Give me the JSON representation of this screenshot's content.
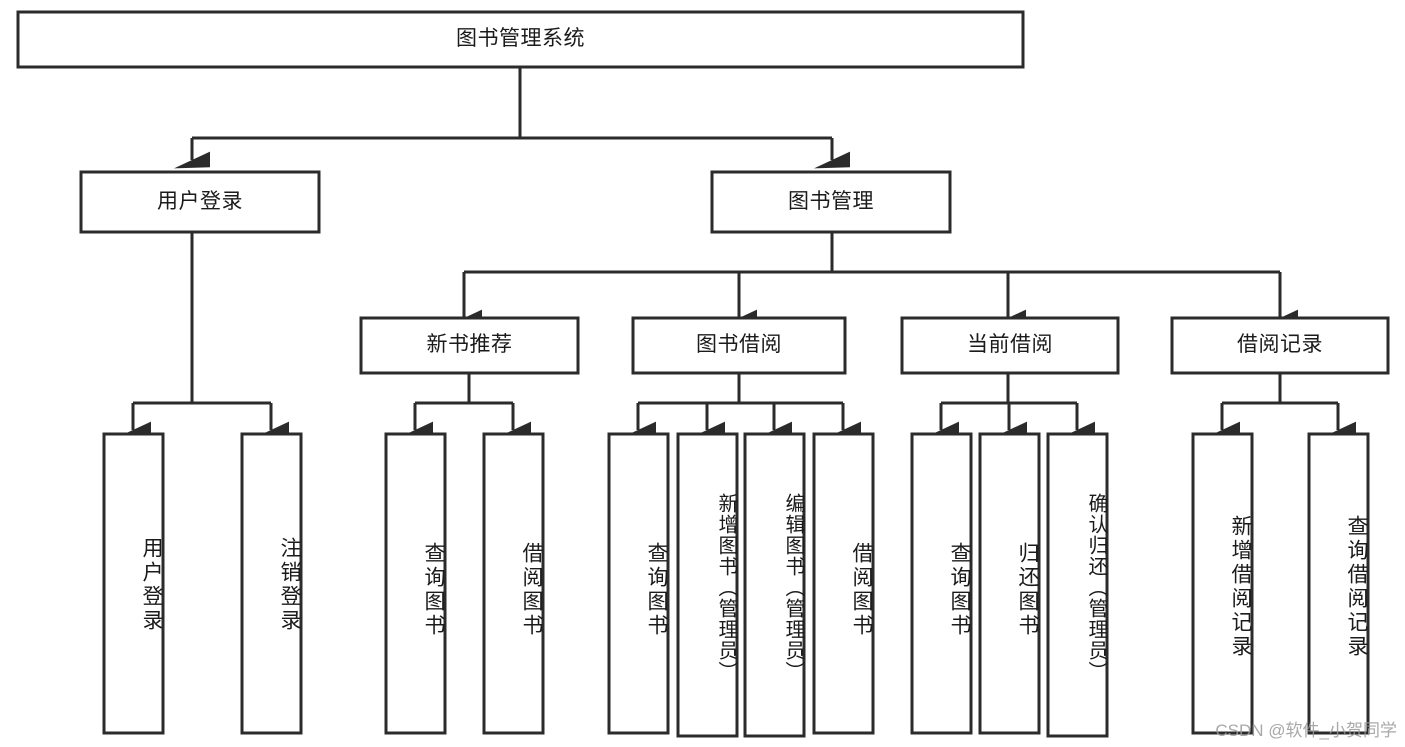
{
  "diagram": {
    "type": "tree-hierarchy-diagram",
    "title": "图书管理系统",
    "theme": {
      "background": "#ffffff",
      "box_stroke": "#2b2b2b",
      "box_fill": "#ffffff",
      "text_color": "#1b1b1b",
      "watermark_color": "#9a9a9a"
    },
    "levels": {
      "level1": "root",
      "level2": "modules",
      "level3": "submodules",
      "level4": "functions"
    },
    "nodes": {
      "root": {
        "label": "图书管理系统",
        "orientation": "horizontal"
      },
      "user_login": {
        "label": "用户登录",
        "orientation": "horizontal"
      },
      "book_manage": {
        "label": "图书管理",
        "orientation": "horizontal"
      },
      "new_book_rec": {
        "label": "新书推荐",
        "orientation": "horizontal"
      },
      "book_borrow": {
        "label": "图书借阅",
        "orientation": "horizontal"
      },
      "current_borrow": {
        "label": "当前借阅",
        "orientation": "horizontal"
      },
      "borrow_record": {
        "label": "借阅记录",
        "orientation": "horizontal"
      },
      "leaf_user_login": {
        "label": "用户登录",
        "orientation": "vertical"
      },
      "leaf_logout": {
        "label": "注销登录",
        "orientation": "vertical"
      },
      "leaf_query_book_1": {
        "label": "查询图书",
        "orientation": "vertical"
      },
      "leaf_borrow_book_1": {
        "label": "借阅图书",
        "orientation": "vertical"
      },
      "leaf_query_book_2": {
        "label": "查询图书",
        "orientation": "vertical"
      },
      "leaf_add_book": {
        "label": "新增图书（管理员）",
        "orientation": "vertical"
      },
      "leaf_edit_book": {
        "label": "编辑图书（管理员）",
        "orientation": "vertical"
      },
      "leaf_borrow_book_2": {
        "label": "借阅图书",
        "orientation": "vertical"
      },
      "leaf_query_book_3": {
        "label": "查询图书",
        "orientation": "vertical"
      },
      "leaf_return_book": {
        "label": "归还图书",
        "orientation": "vertical"
      },
      "leaf_confirm_return": {
        "label": "确认归还（管理员）",
        "orientation": "vertical"
      },
      "leaf_add_record": {
        "label": "新增借阅记录",
        "orientation": "vertical"
      },
      "leaf_query_record": {
        "label": "查询借阅记录",
        "orientation": "vertical"
      }
    },
    "edges": [
      {
        "from": "root",
        "to": "user_login"
      },
      {
        "from": "root",
        "to": "book_manage"
      },
      {
        "from": "user_login",
        "to": "leaf_user_login"
      },
      {
        "from": "user_login",
        "to": "leaf_logout"
      },
      {
        "from": "book_manage",
        "to": "new_book_rec"
      },
      {
        "from": "book_manage",
        "to": "book_borrow"
      },
      {
        "from": "book_manage",
        "to": "current_borrow"
      },
      {
        "from": "book_manage",
        "to": "borrow_record"
      },
      {
        "from": "new_book_rec",
        "to": "leaf_query_book_1"
      },
      {
        "from": "new_book_rec",
        "to": "leaf_borrow_book_1"
      },
      {
        "from": "book_borrow",
        "to": "leaf_query_book_2"
      },
      {
        "from": "book_borrow",
        "to": "leaf_add_book"
      },
      {
        "from": "book_borrow",
        "to": "leaf_edit_book"
      },
      {
        "from": "book_borrow",
        "to": "leaf_borrow_book_2"
      },
      {
        "from": "current_borrow",
        "to": "leaf_query_book_3"
      },
      {
        "from": "current_borrow",
        "to": "leaf_return_book"
      },
      {
        "from": "current_borrow",
        "to": "leaf_confirm_return"
      },
      {
        "from": "borrow_record",
        "to": "leaf_add_record"
      },
      {
        "from": "borrow_record",
        "to": "leaf_query_record"
      }
    ],
    "watermark": "CSDN @软件_小贺同学"
  }
}
